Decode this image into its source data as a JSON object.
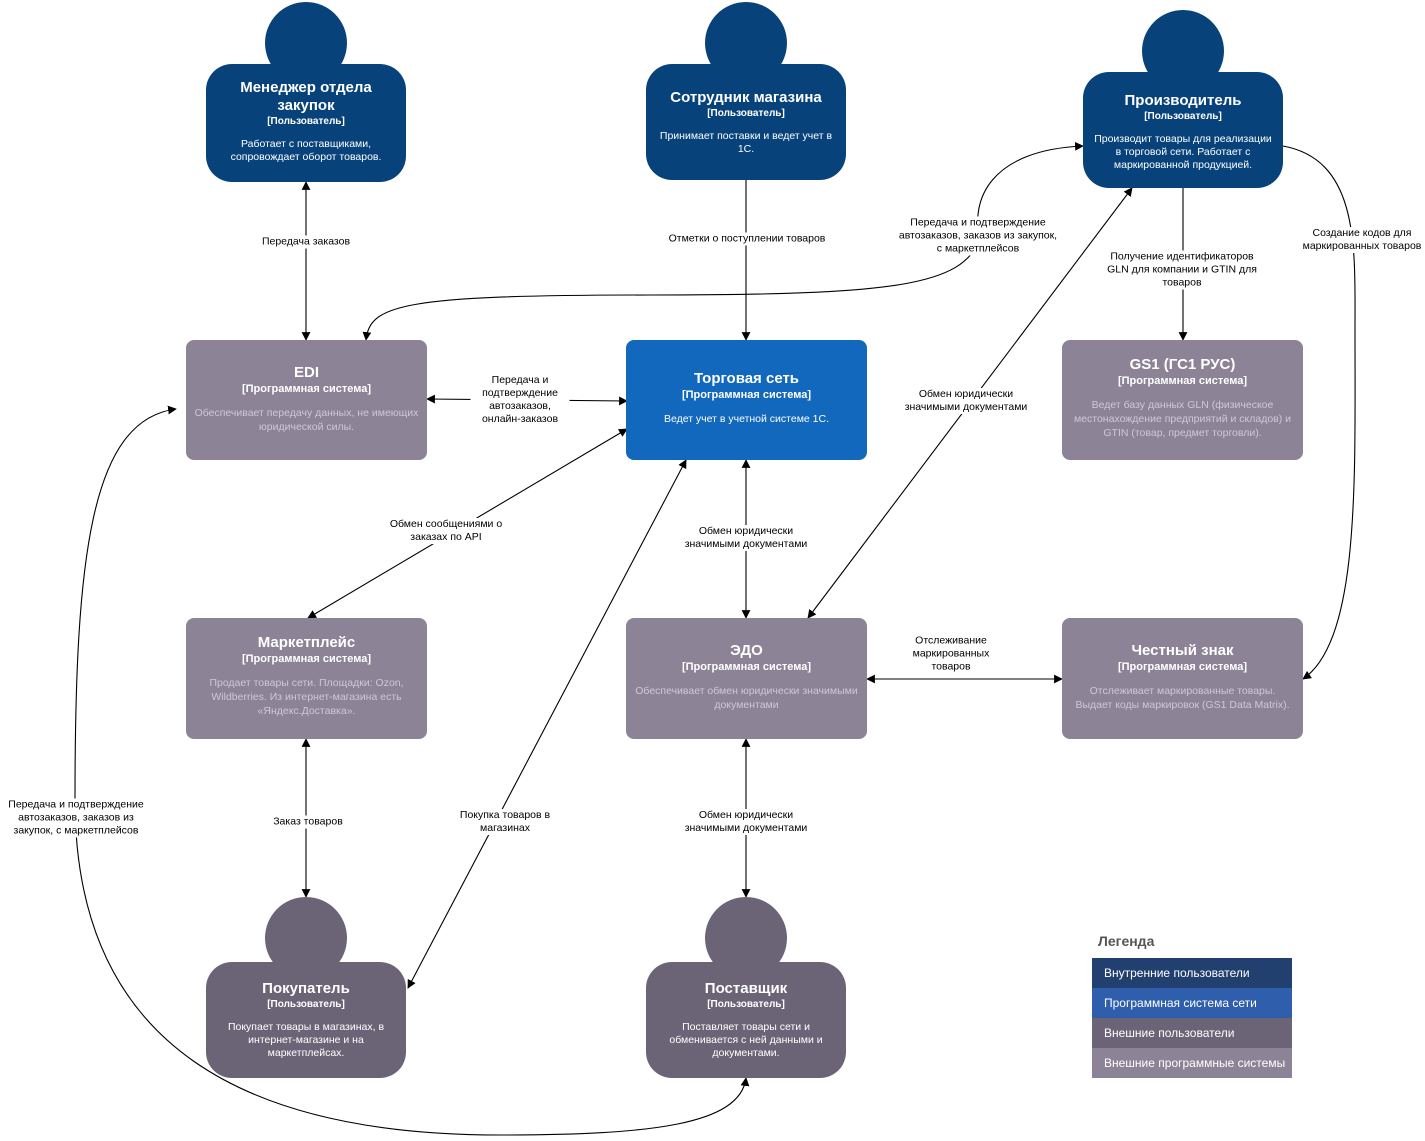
{
  "colors": {
    "internal_user": "#08427b",
    "internal_system": "#1168bd",
    "external_user": "#6b6477",
    "external_system": "#8c8496",
    "edge": "#000000"
  },
  "people": {
    "manager": {
      "title": "Менеджер отдела закупок",
      "type": "[Пользователь]",
      "description": "Работает с поставщиками, сопровождает оборот товаров."
    },
    "employee": {
      "title": "Сотрудник магазина",
      "type": "[Пользователь]",
      "description": "Принимает поставки и ведет учет в 1С."
    },
    "producer": {
      "title": "Производитель",
      "type": "[Пользователь]",
      "description": "Производит товары для реализации в торговой сети. Работает с маркированной продукцией."
    },
    "buyer": {
      "title": "Покупатель",
      "type": "[Пользователь]",
      "description": "Покупает товары в магазинах, в интернет-магазине и на маркетплейсах."
    },
    "supplier": {
      "title": "Поставщик",
      "type": "[Пользователь]",
      "description": "Поставляет товары сети и обменивается с ней данными и документами."
    }
  },
  "systems": {
    "edi": {
      "title": "EDI",
      "type": "[Программная система]",
      "description": "Обеспечивает передачу данных, не имеющих юридической силы."
    },
    "retail": {
      "title": "Торговая сеть",
      "type": "[Программная система]",
      "description": "Ведет учет в учетной системе 1С."
    },
    "gs1": {
      "title": "GS1 (ГС1 РУС)",
      "type": "[Программная система]",
      "description": "Ведет базу данных GLN (физическое местонахождение предприятий и складов) и GTIN (товар, предмет торговли)."
    },
    "marketplace": {
      "title": "Маркетплейс",
      "type": "[Программная система]",
      "description": "Продает товары сети. Площадки: Ozon, Wildberries. Из интернет-магазина есть «Яндекс.Доставка»."
    },
    "edo": {
      "title": "ЭДО",
      "type": "[Программная система]",
      "description": "Обеспечивает обмен юридически значимыми документами"
    },
    "chz": {
      "title": "Честный знак",
      "type": "[Программная система]",
      "description": "Отслеживает маркированные товары. Выдает коды маркировок (GS1 Data Matrix)."
    }
  },
  "relations": {
    "manager_edi": "Передача заказов",
    "employee_retail": "Отметки о поступлении товаров",
    "producer_edi": "Передача и подтверждение автозаказов, заказов из закупок, с маркетплейсов",
    "producer_gs1": "Получение идентификаторов GLN для компании и GTIN для товаров",
    "producer_chz": "Создание кодов для маркированных товаров",
    "edi_retail": "Передача и подтверждение автозаказов, онлайн-заказов",
    "retail_marketplace": "Обмен сообщениями о заказах по API",
    "producer_edo": "Обмен юридически значимыми документами",
    "retail_edo": "Обмен юридически значимыми документами",
    "edo_chz": "Отслеживание маркированных товаров",
    "marketplace_buyer": "Заказ товаров",
    "retail_buyer": "Покупка товаров в магазинах",
    "edo_supplier": "Обмен юридически значимыми документами",
    "supplier_edi": "Передача и подтверждение автозаказов, заказов из закупок, с маркетплейсов"
  },
  "legend": {
    "title": "Легенда",
    "items": [
      {
        "label": "Внутренние пользователи",
        "color": "#22406f"
      },
      {
        "label": "Программная система сети",
        "color": "#2f5ead"
      },
      {
        "label": "Внешние пользователи",
        "color": "#6b6477"
      },
      {
        "label": "Внешние программные системы",
        "color": "#8c8496"
      }
    ]
  }
}
